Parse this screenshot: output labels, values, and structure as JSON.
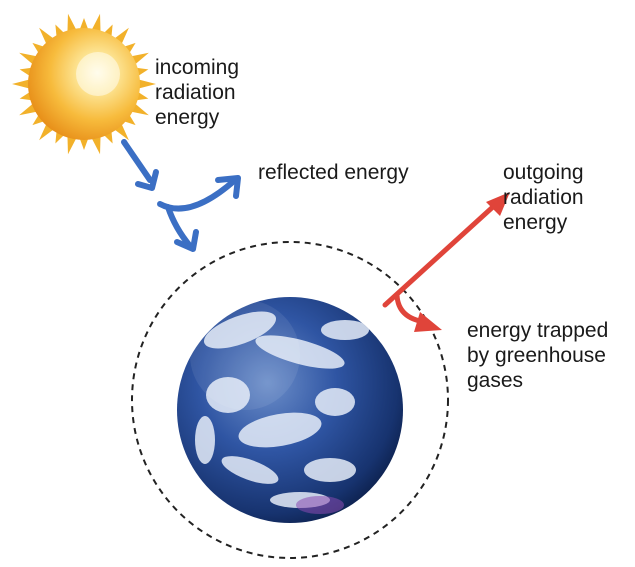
{
  "labels": {
    "incoming": [
      "incoming",
      "radiation",
      "energy"
    ],
    "reflected": "reflected energy",
    "outgoing": [
      "outgoing",
      "radiation",
      "energy"
    ],
    "trapped": [
      "energy trapped",
      "by greenhouse",
      "gases"
    ]
  },
  "colors": {
    "incoming_arrow": "#3b6fc4",
    "outgoing_arrow": "#e0443a",
    "atmosphere_ring": "#222222",
    "sun_core": "#fff6c8",
    "sun_edge": "#f2a51a",
    "earth_ocean": "#1e3f86",
    "earth_cloud": "#dfe8f6"
  },
  "icons": {
    "sun": "sun-icon",
    "earth": "earth-icon"
  }
}
